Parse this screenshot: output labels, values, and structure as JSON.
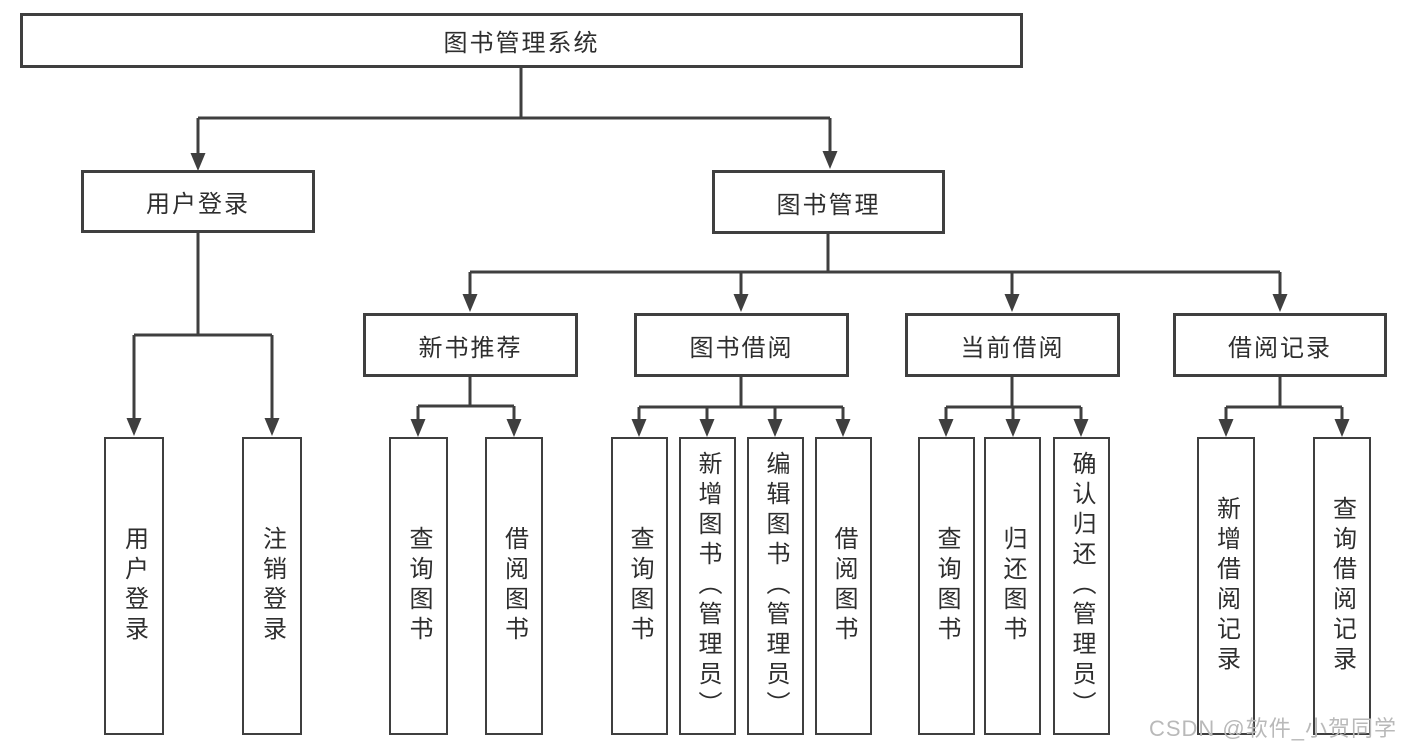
{
  "tree": {
    "root": {
      "label": "图书管理系统"
    },
    "children": [
      {
        "label": "用户登录",
        "children": [
          {
            "label": "用户登录"
          },
          {
            "label": "注销登录"
          }
        ]
      },
      {
        "label": "图书管理",
        "children": [
          {
            "label": "新书推荐",
            "children": [
              {
                "label": "查询图书"
              },
              {
                "label": "借阅图书"
              }
            ]
          },
          {
            "label": "图书借阅",
            "children": [
              {
                "label": "查询图书"
              },
              {
                "label": "新增图书（管理员）"
              },
              {
                "label": "编辑图书（管理员）"
              },
              {
                "label": "借阅图书"
              }
            ]
          },
          {
            "label": "当前借阅",
            "children": [
              {
                "label": "查询图书"
              },
              {
                "label": "归还图书"
              },
              {
                "label": "确认归还（管理员）"
              }
            ]
          },
          {
            "label": "借阅记录",
            "children": [
              {
                "label": "新增借阅记录"
              },
              {
                "label": "查询借阅记录"
              }
            ]
          }
        ]
      }
    ]
  },
  "watermark": {
    "text": "CSDN @软件_小贺同学"
  },
  "colors": {
    "line": "#3f3f3f",
    "box_border": "#3f3f3f",
    "text": "#2e2e2e",
    "watermark": "#b9b9b9",
    "background": "#ffffff"
  }
}
